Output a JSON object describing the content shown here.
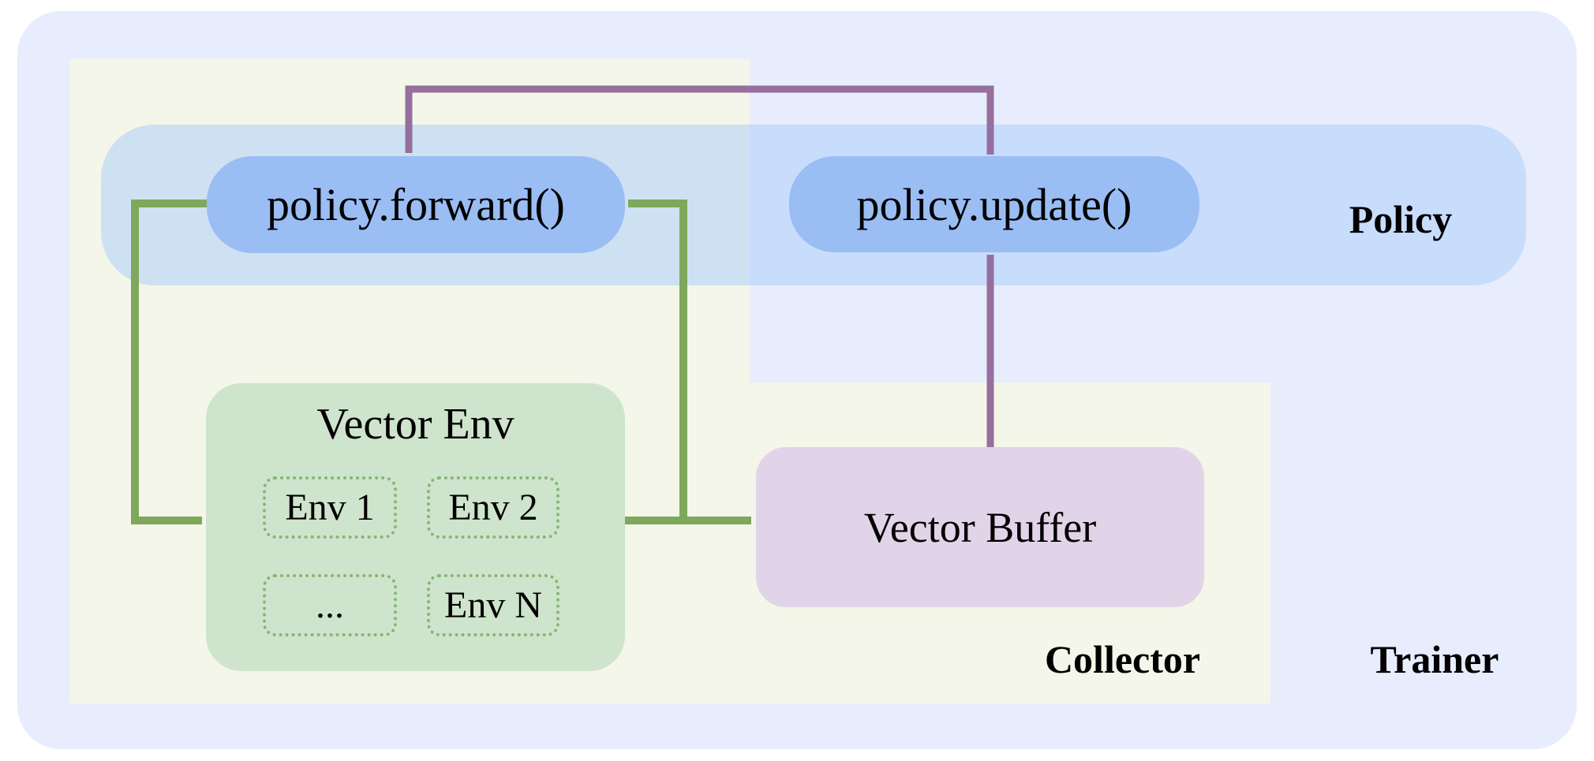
{
  "diagram": {
    "region_labels": {
      "policy": "Policy",
      "collector": "Collector",
      "trainer": "Trainer"
    },
    "nodes": {
      "policy_forward": {
        "label": "policy.forward()"
      },
      "policy_update": {
        "label": "policy.update()"
      },
      "vector_env": {
        "title": "Vector Env",
        "envs": [
          "Env 1",
          "Env 2",
          "...",
          "Env N"
        ]
      },
      "vector_buffer": {
        "label": "Vector Buffer"
      }
    },
    "colors": {
      "trainer_bg": "#e7edfc",
      "collector_bg": "#f3f6e8",
      "policy_band": "#a9cbfc",
      "node_blue": "#9abdf3",
      "vector_env_bg": "#cfe4cc",
      "env_dotted_border": "#85b673",
      "vector_buffer_bg": "#e2d4e8",
      "arrow_green": "#7ea85c",
      "arrow_purple": "#966f9e",
      "text": "#000000"
    }
  }
}
